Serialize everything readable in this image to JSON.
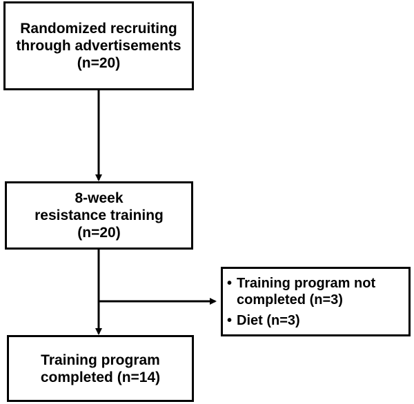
{
  "boxes": {
    "recruitment": {
      "lines": [
        "Randomized recruiting",
        "through advertisements",
        "(n=20)"
      ]
    },
    "training": {
      "lines": [
        "8-week",
        "resistance training",
        "(n=20)"
      ]
    },
    "completed": {
      "lines": [
        "Training program",
        "completed (n=14)"
      ]
    },
    "dropout": {
      "bullet": "•",
      "items": [
        {
          "lines": [
            "Training program not",
            "completed (n=3)"
          ]
        },
        {
          "lines": [
            "Diet (n=3)"
          ]
        }
      ]
    }
  },
  "colors": {
    "stroke": "#000000",
    "background": "#ffffff"
  }
}
